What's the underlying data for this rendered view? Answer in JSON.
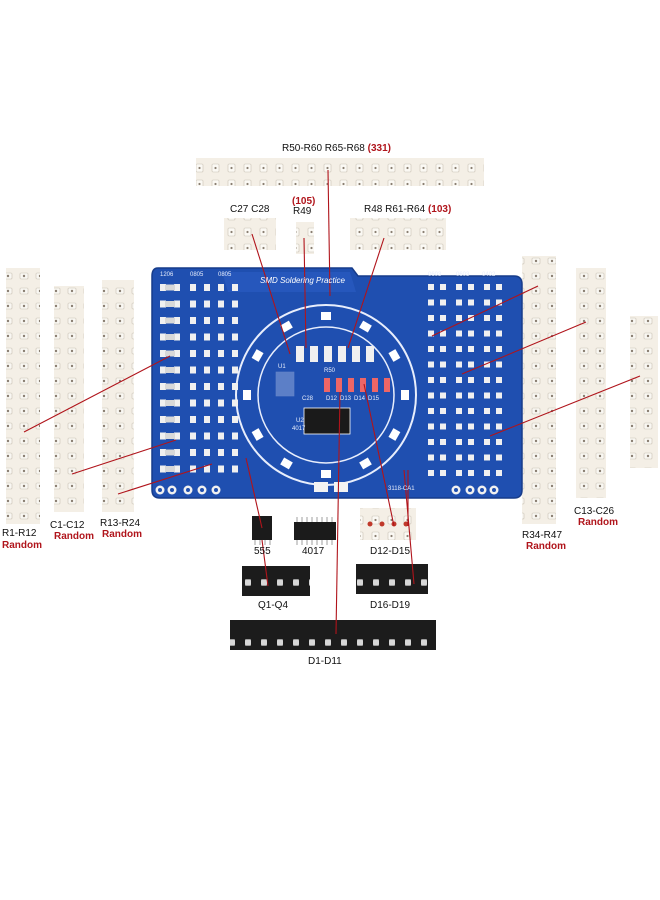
{
  "labels": {
    "top_strip": "R50-R60  R65-R68",
    "top_strip_code": "(331)",
    "c27_c28": "C27 C28",
    "r49_code": "(105)",
    "r49": "R49",
    "r48_group": "R48  R61-R64",
    "r48_group_code": "(103)",
    "r1_r12": "R1-R12",
    "c1_c12": "C1-C12",
    "r13_r24": "R13-R24",
    "r34_r47": "R34-R47",
    "c13_c26": "C13-C26",
    "random": "Random",
    "ic_555": "555",
    "ic_4017": "4017",
    "d12_d15": "D12-D15",
    "q1_q4": "Q1-Q4",
    "d16_d19": "D16-D19",
    "d1_d11": "D1-D11"
  },
  "board": {
    "title": "SMD Soldering Practice",
    "size_1206": "1206",
    "size_0805a": "0805",
    "size_0805b": "0805",
    "size_0603a": "0603",
    "size_0603b": "0603",
    "size_0402": "0402",
    "u1": "U1",
    "u2": "U2",
    "ic_4017": "4017",
    "c28": "C28",
    "d12": "D12",
    "d13": "D13",
    "d14": "D14",
    "d15": "D15",
    "r50": "R50",
    "code": "3118-CA1"
  },
  "colors": {
    "pcb": "#1f4fb0",
    "accent": "#b0141b"
  }
}
